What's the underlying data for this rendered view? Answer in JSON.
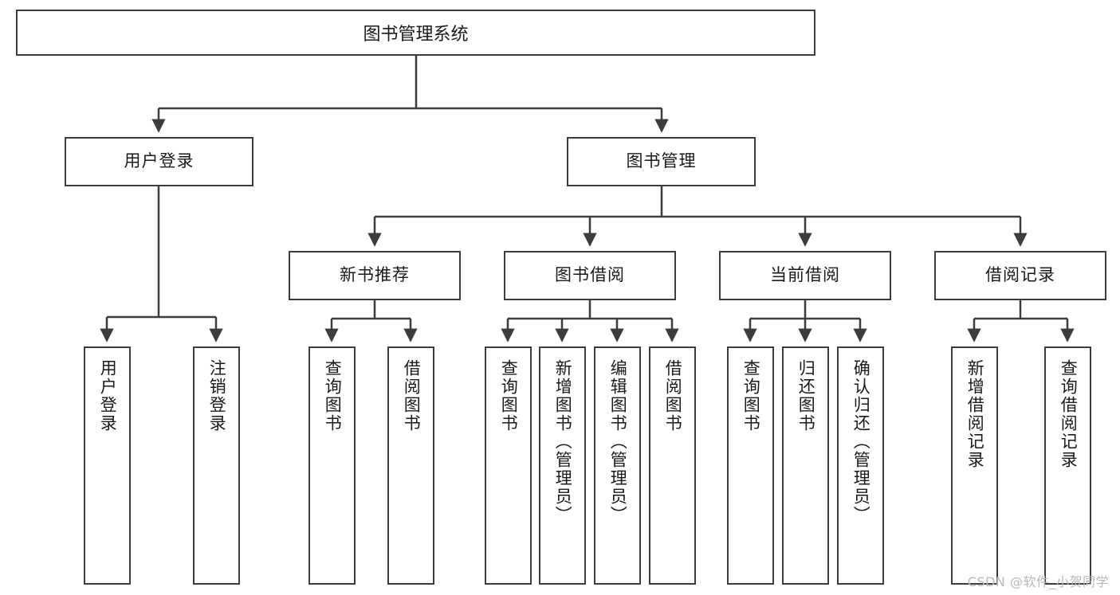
{
  "diagram": {
    "title": "图书管理系统",
    "type": "functional-structure-tree",
    "watermark": "CSDN @软件_小贺同学",
    "colors": {
      "stroke": "#3c3c3c",
      "fill": "#ffffff",
      "text": "#1a1a1a",
      "watermark": "#b7b7b7"
    },
    "levels": {
      "root": {
        "label": "图书管理系统"
      },
      "level1": [
        {
          "id": "user-login",
          "label": "用户登录"
        },
        {
          "id": "book-manage",
          "label": "图书管理"
        }
      ],
      "level2": [
        {
          "id": "new-book-recommend",
          "label": "新书推荐",
          "parent": "book-manage"
        },
        {
          "id": "book-borrow",
          "label": "图书借阅",
          "parent": "book-manage"
        },
        {
          "id": "current-borrow",
          "label": "当前借阅",
          "parent": "book-manage"
        },
        {
          "id": "borrow-record",
          "label": "借阅记录",
          "parent": "book-manage"
        }
      ],
      "leaves": [
        {
          "id": "leaf-user-login",
          "label": "用户登录",
          "parent": "user-login"
        },
        {
          "id": "leaf-logout-login",
          "label": "注销登录",
          "parent": "user-login"
        },
        {
          "id": "leaf-query-book-1",
          "label": "查询图书",
          "parent": "new-book-recommend"
        },
        {
          "id": "leaf-borrow-book-1",
          "label": "借阅图书",
          "parent": "new-book-recommend"
        },
        {
          "id": "leaf-query-book-2",
          "label": "查询图书",
          "parent": "book-borrow"
        },
        {
          "id": "leaf-add-book",
          "label": "新增图书（管理员）",
          "parent": "book-borrow"
        },
        {
          "id": "leaf-edit-book",
          "label": "编辑图书（管理员）",
          "parent": "book-borrow"
        },
        {
          "id": "leaf-borrow-book-2",
          "label": "借阅图书",
          "parent": "book-borrow"
        },
        {
          "id": "leaf-query-book-3",
          "label": "查询图书",
          "parent": "current-borrow"
        },
        {
          "id": "leaf-return-book",
          "label": "归还图书",
          "parent": "current-borrow"
        },
        {
          "id": "leaf-confirm-return",
          "label": "确认归还（管理员）",
          "parent": "current-borrow"
        },
        {
          "id": "leaf-add-record",
          "label": "新增借阅记录",
          "parent": "borrow-record"
        },
        {
          "id": "leaf-query-record",
          "label": "查询借阅记录",
          "parent": "borrow-record"
        }
      ]
    }
  }
}
